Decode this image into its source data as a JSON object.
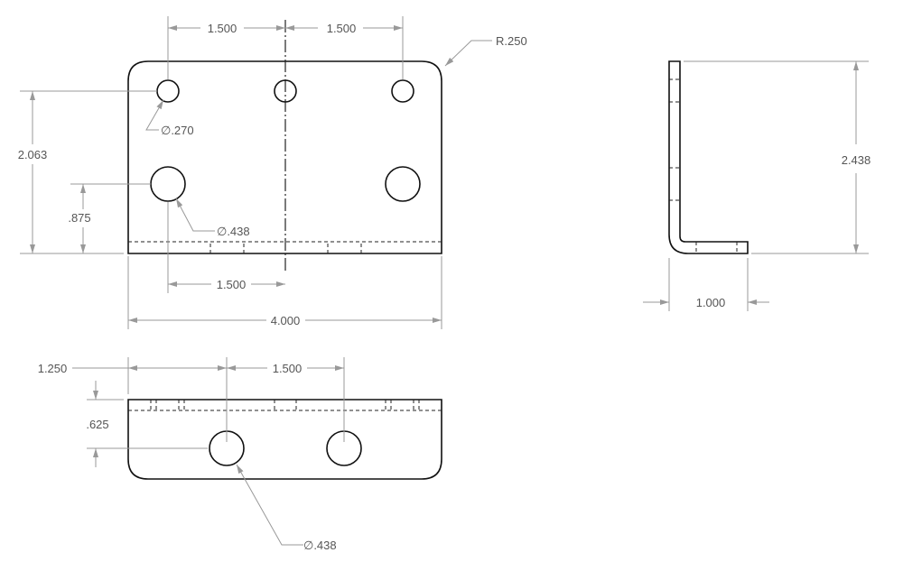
{
  "front_view": {
    "dim_top_left": "1.500",
    "dim_top_right": "1.500",
    "corner_radius": "R.250",
    "small_hole_dia": "∅.270",
    "large_hole_dia": "∅.438",
    "height_to_small_holes": "2.063",
    "height_to_large_holes": ".875",
    "dim_bottom_spacing": "1.500",
    "overall_width": "4.000"
  },
  "side_view": {
    "overall_height": "2.438",
    "flange_length": "1.000"
  },
  "bottom_view": {
    "dim_left_offset": "1.250",
    "dim_hole_spacing": "1.500",
    "hole_offset": ".625",
    "hole_dia": "∅.438"
  }
}
